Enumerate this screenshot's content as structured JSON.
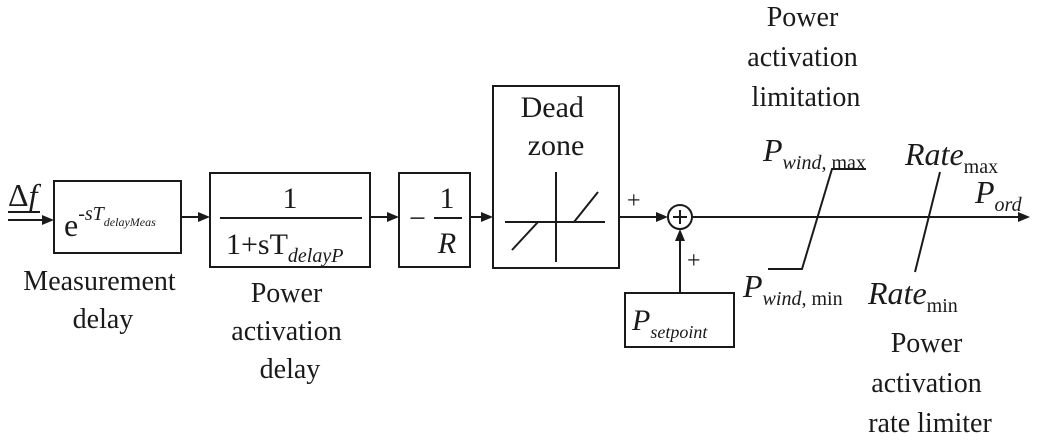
{
  "input": {
    "delta": "Δ",
    "f": "f"
  },
  "measurement": {
    "block": {
      "e": "e",
      "exp_prefix": "-sT",
      "exp_sub": "delayMeas"
    },
    "caption_lines": [
      "Measurement",
      "delay"
    ]
  },
  "activation_delay": {
    "block": {
      "numerator": "1",
      "den_prefix": "1+sT",
      "den_sub": "delayP"
    },
    "caption_lines": [
      "Power",
      "activation",
      "delay"
    ]
  },
  "droop": {
    "minus": "−",
    "numerator": "1",
    "denominator": "R"
  },
  "dead_zone": {
    "title_lines": [
      "Dead",
      "zone"
    ]
  },
  "summer": {
    "sign_top": "+",
    "sign_bottom": "+"
  },
  "setpoint": {
    "main": "P",
    "sub": "setpoint"
  },
  "limiter": {
    "title_lines": [
      "Power",
      "activation",
      "limitation"
    ],
    "max": {
      "main": "P",
      "sub_italic": "wind",
      "sub_roman": ", max"
    },
    "min": {
      "main": "P",
      "sub_italic": "wind",
      "sub_roman": ", min"
    }
  },
  "rate_limiter": {
    "max": {
      "main": "Rate",
      "sub": "max"
    },
    "min": {
      "main": "Rate",
      "sub": "min"
    },
    "caption_lines": [
      "Power",
      "activation",
      "rate limiter"
    ]
  },
  "output": {
    "main": "P",
    "sub": "ord"
  }
}
